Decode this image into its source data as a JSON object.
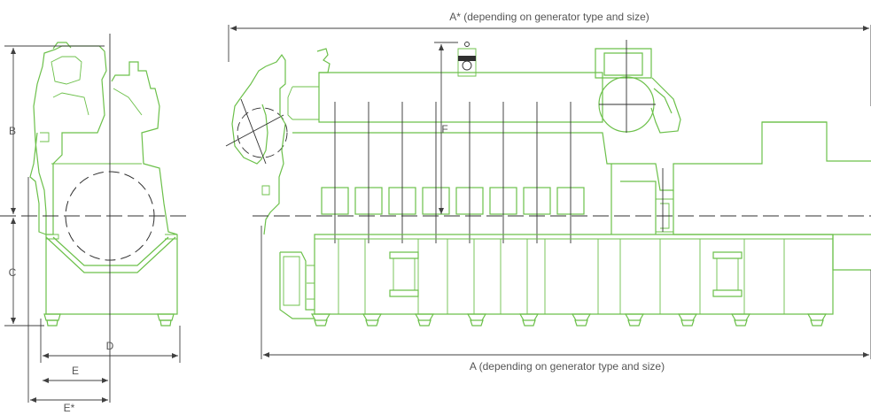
{
  "labels": {
    "A_star": "A* (depending on generator type and size)",
    "A": "A (depending on generator type and size)",
    "B": "B",
    "C": "C",
    "D": "D",
    "E": "E",
    "E_star": "E*",
    "F": "F"
  },
  "colors": {
    "outline": "#6cc04a",
    "dimension": "#404040"
  }
}
